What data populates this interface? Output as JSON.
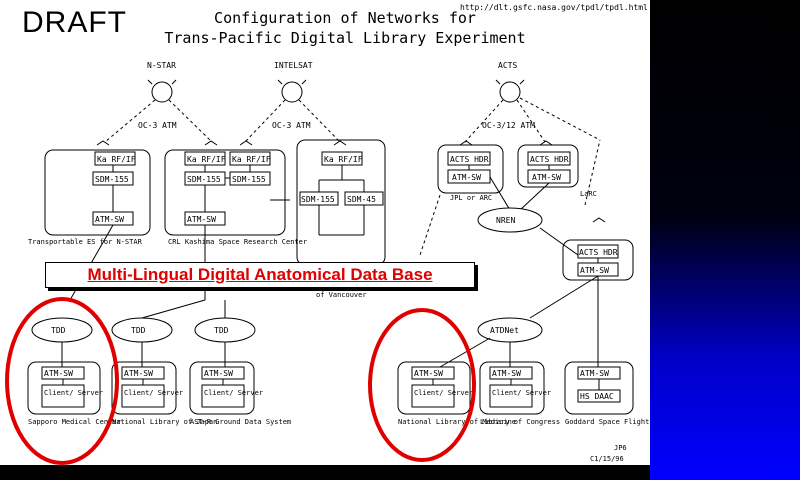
{
  "slide": {
    "draft_label": "DRAFT",
    "title_line1": "Configuration of Networks for",
    "title_line2": "Trans-Pacific Digital Library Experiment",
    "url": "http://dlt.gsfc.nasa.gov/tpdl/tpdl.html",
    "banner": "Multi-Lingual Digital Anatomical Data Base",
    "footer_code": "JP6",
    "footer_date": "C1/15/96",
    "highlight_color": "#e00000"
  },
  "diagram": {
    "satellites": [
      "N-STAR",
      "INTELSAT",
      "ACTS"
    ],
    "link_labels": [
      "OC-3 ATM",
      "OC-3 ATM",
      "OC-3/12 ATM"
    ],
    "box_labels": {
      "ka_rf_if": "Ka RF/IF",
      "sdm155": "SDM-155",
      "sdm45": "SDM-45",
      "atm_sw": "ATM-SW",
      "acts_hdr": "ACTS HDR",
      "client_server": "Client/ Server",
      "hs_daac": "HS DAAC"
    },
    "network_labels": [
      "TDD",
      "TDD",
      "TDD",
      "NREN",
      "ATDNet"
    ],
    "site_labels": {
      "transportable": "Transportable ES for N-STAR",
      "crl": "CRL Kashima Space Research Center",
      "vancouver": "of Vancouver",
      "jpl": "JPL or ARC",
      "larc": "LaRC",
      "sapporo": "Sapporo Medical Center",
      "nlj": "National Library of Japan",
      "ast": "AST-R Ground Data System",
      "nlm": "National Library of Medicine",
      "loc": "Library of Congress",
      "goddard": "Goddard Space Flight Center"
    }
  }
}
